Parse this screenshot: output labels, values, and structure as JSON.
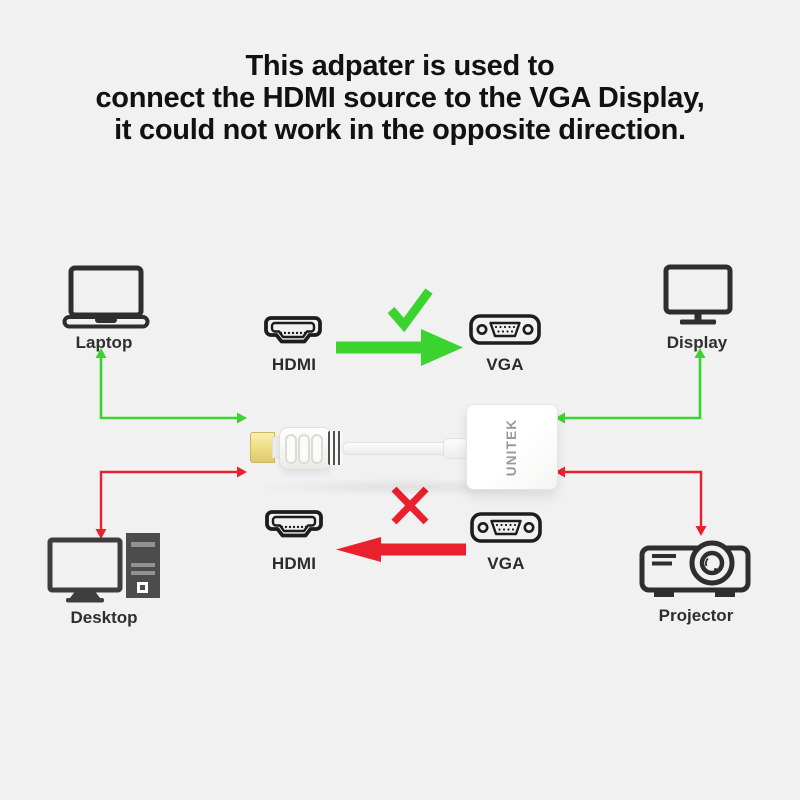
{
  "title": {
    "line1": "This adpater is used to",
    "line2": "connect the HDMI source to the VGA Display,",
    "line3": "it could not work in the opposite direction."
  },
  "top_row": {
    "left_device": "Laptop",
    "left_port": "HDMI",
    "right_port": "VGA",
    "right_device": "Display",
    "direction": "HDMI to VGA",
    "status_mark": "check"
  },
  "bottom_row": {
    "left_device": "Desktop",
    "left_port": "HDMI",
    "right_port": "VGA",
    "right_device": "Projector",
    "direction": "VGA to HDMI",
    "status_mark": "cross"
  },
  "product": {
    "brand": "UNITEK"
  },
  "colors": {
    "allowed_green": "#3bd42f",
    "blocked_red": "#e8212d",
    "icon": "#2e2e2e",
    "background": "#f1f1f2",
    "gold_connector": "#ead97f"
  },
  "icons": {
    "laptop": "laptop-icon",
    "display": "monitor-icon",
    "desktop": "desktop-pc-icon",
    "projector": "projector-icon",
    "hdmi": "hdmi-port-icon",
    "vga": "vga-port-icon",
    "allowed": "check-icon",
    "blocked": "cross-icon"
  }
}
